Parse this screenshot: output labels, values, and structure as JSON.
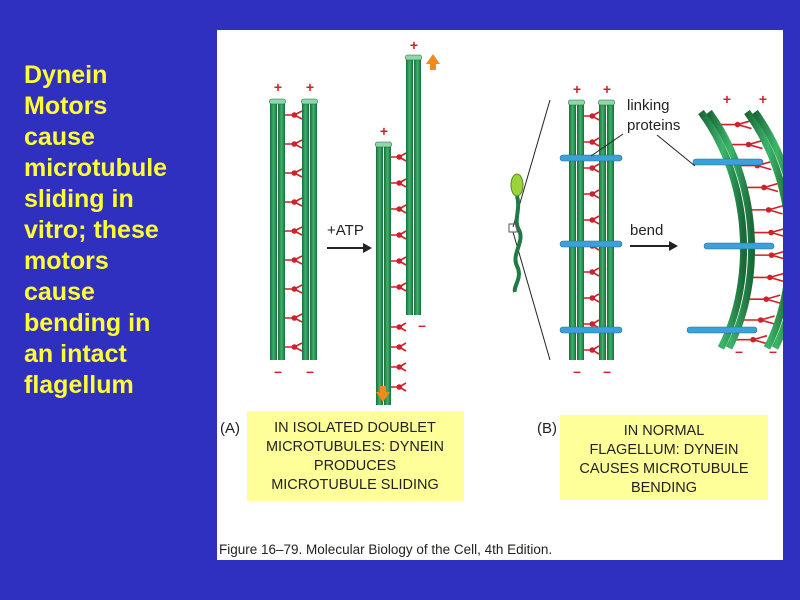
{
  "slide": {
    "text_lines": [
      "Dynein",
      "Motors",
      "cause",
      "microtubule",
      "sliding in",
      "vitro;  these",
      "motors",
      "cause",
      "bending in",
      "an intact",
      "flagellum"
    ]
  },
  "figure": {
    "atp_label": "+ATP",
    "bend_label": "bend",
    "linking_label_lines": [
      "linking",
      "proteins"
    ],
    "panel_a_letter": "(A)",
    "panel_b_letter": "(B)",
    "panel_a_caption": [
      "IN ISOLATED DOUBLET",
      "MICROTUBULES: DYNEIN",
      "PRODUCES",
      "MICROTUBULE SLIDING"
    ],
    "panel_b_caption": [
      "IN NORMAL",
      "FLAGELLUM: DYNEIN",
      "CAUSES MICROTUBULE",
      "BENDING"
    ],
    "plus_sign": "+",
    "minus_sign": "–",
    "figure_credit": "Figure 16–79. Molecular Biology of the Cell, 4th Edition.",
    "colors": {
      "slide_bg": "#2f2fc0",
      "slide_text": "#ffff33",
      "microtubule": "#2e9e58",
      "microtubule_dark": "#1a6a38",
      "dynein": "#d0202a",
      "link_protein": "#3da0d8",
      "caption_box": "#ffff99",
      "arrow_orange": "#f08a1a"
    }
  }
}
